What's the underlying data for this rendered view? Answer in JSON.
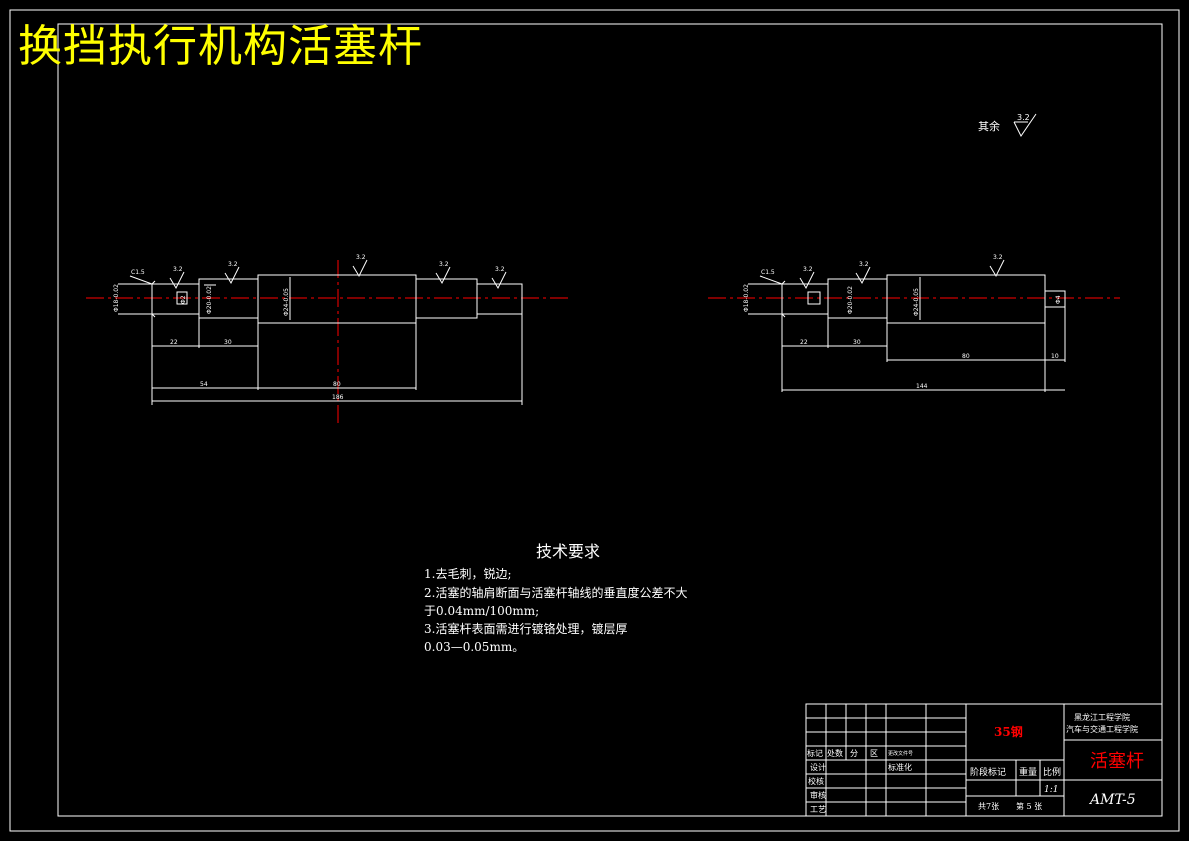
{
  "title": "换挡执行机构活塞杆",
  "roughness_note": {
    "label": "其余",
    "value": "3.2"
  },
  "left_view": {
    "chamfer": "C1.5",
    "roughness": [
      "3.2",
      "3.2",
      "3.2",
      "3.2",
      "3.2"
    ],
    "diameters": [
      "Φ18-0.02",
      "Φ20-0.02",
      "Φ24-0.05",
      "Φ2"
    ],
    "dims": {
      "d1": "22",
      "d2": "30",
      "d3": "54",
      "d4": "80",
      "total": "186"
    }
  },
  "right_view": {
    "chamfer": "C1.5",
    "roughness": [
      "3.2",
      "3.2",
      "3.2"
    ],
    "diameters": [
      "Φ18-0.02",
      "Φ20-0.02",
      "Φ24-0.05",
      "Φ4"
    ],
    "dims": {
      "d1": "22",
      "d2": "30",
      "d3": "80",
      "d4": "10",
      "total": "144"
    }
  },
  "tech_req": {
    "title": "技术要求",
    "lines": [
      "1.去毛刺，锐边;",
      "2.活塞的轴肩断面与活塞杆轴线的垂直度公差不大",
      "于0.04mm/100mm;",
      "3.活塞杆表面需进行镀铬处理，镀层厚",
      "0.03—0.05mm。"
    ]
  },
  "title_block": {
    "material": "35钢",
    "school_line1": "黑龙江工程学院",
    "school_line2": "汽车与交通工程学院",
    "part_name": "活塞杆",
    "drawing_no": "AMT-5",
    "rev_labels": [
      "标记",
      "处数",
      "分",
      "区",
      "更改文件号"
    ],
    "design": "设计",
    "standard": "标准化",
    "stage_label": "阶段标记",
    "weight_label": "重量",
    "scale_label": "比例",
    "check": "校核",
    "review": "审核",
    "process": "工艺",
    "scale_value": "1:1",
    "sheets": "共7张",
    "sheet_no": "第 5 张"
  },
  "colors": {
    "background": "#000000",
    "line": "#ffffff",
    "center_line": "#ff0000",
    "title": "#ffff00",
    "highlight": "#ff0000"
  }
}
